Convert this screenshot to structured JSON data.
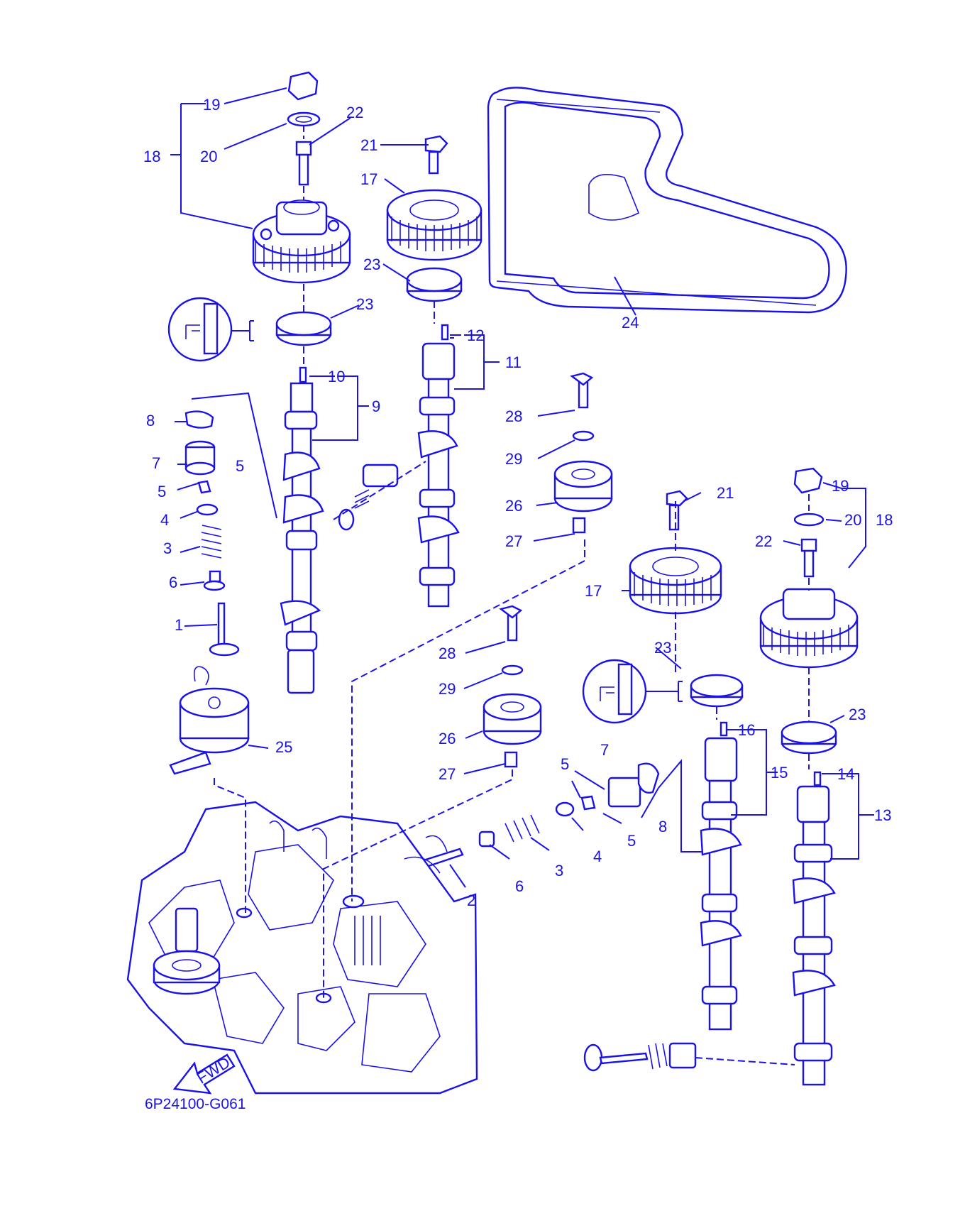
{
  "diagram": {
    "code": "6P24100-G061",
    "colors": {
      "ink": "#1a12e6",
      "background": "#ffffff"
    },
    "fwd_arrow": "FWD",
    "parts": [
      {
        "id": "l19a",
        "text": "19"
      },
      {
        "id": "l22a",
        "text": "22"
      },
      {
        "id": "l18a",
        "text": "18"
      },
      {
        "id": "l20a",
        "text": "20"
      },
      {
        "id": "l21a",
        "text": "21"
      },
      {
        "id": "l17a",
        "text": "17"
      },
      {
        "id": "l23a",
        "text": "23"
      },
      {
        "id": "l23b",
        "text": "23"
      },
      {
        "id": "l24",
        "text": "24"
      },
      {
        "id": "l12",
        "text": "12"
      },
      {
        "id": "l11",
        "text": "11"
      },
      {
        "id": "l10",
        "text": "10"
      },
      {
        "id": "l9",
        "text": "9"
      },
      {
        "id": "l8a",
        "text": "8"
      },
      {
        "id": "l7a",
        "text": "7"
      },
      {
        "id": "l5a",
        "text": "5"
      },
      {
        "id": "l5b",
        "text": "5"
      },
      {
        "id": "l4a",
        "text": "4"
      },
      {
        "id": "l3a",
        "text": "3"
      },
      {
        "id": "l6a",
        "text": "6"
      },
      {
        "id": "l1",
        "text": "1"
      },
      {
        "id": "l28a",
        "text": "28"
      },
      {
        "id": "l29a",
        "text": "29"
      },
      {
        "id": "l26a",
        "text": "26"
      },
      {
        "id": "l27a",
        "text": "27"
      },
      {
        "id": "l21b",
        "text": "21"
      },
      {
        "id": "l19b",
        "text": "19"
      },
      {
        "id": "l20b",
        "text": "20"
      },
      {
        "id": "l18b",
        "text": "18"
      },
      {
        "id": "l22b",
        "text": "22"
      },
      {
        "id": "l17b",
        "text": "17"
      },
      {
        "id": "l23c",
        "text": "23"
      },
      {
        "id": "l23d",
        "text": "23"
      },
      {
        "id": "l16",
        "text": "16"
      },
      {
        "id": "l15",
        "text": "15"
      },
      {
        "id": "l14",
        "text": "14"
      },
      {
        "id": "l13",
        "text": "13"
      },
      {
        "id": "l28b",
        "text": "28"
      },
      {
        "id": "l29b",
        "text": "29"
      },
      {
        "id": "l26b",
        "text": "26"
      },
      {
        "id": "l27b",
        "text": "27"
      },
      {
        "id": "l25",
        "text": "25"
      },
      {
        "id": "l7b",
        "text": "7"
      },
      {
        "id": "l5c",
        "text": "5"
      },
      {
        "id": "l5d",
        "text": "5"
      },
      {
        "id": "l8b",
        "text": "8"
      },
      {
        "id": "l4b",
        "text": "4"
      },
      {
        "id": "l3b",
        "text": "3"
      },
      {
        "id": "l6b",
        "text": "6"
      },
      {
        "id": "l2",
        "text": "2"
      }
    ]
  }
}
